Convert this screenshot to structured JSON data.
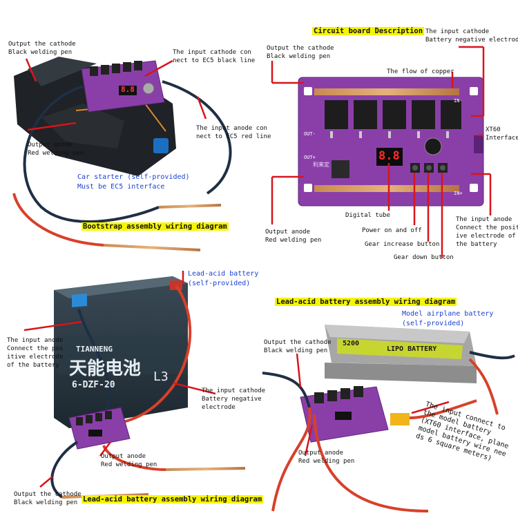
{
  "q1": {
    "cathode_out": "Output the cathode\nBlack welding pen",
    "cathode_in": "The input cathode con\nnect to EC5 black line",
    "anode_out": "Output anode\nRed welding pen",
    "anode_in": "The input anode con\nnect to EC5 red line",
    "car_starter": "Car starter (self-provided)\nMust be EC5 interface",
    "title": "Bootstrap assembly wiring diagram",
    "display": "8.8"
  },
  "q2": {
    "title": "Circuit board Description",
    "cathode_in": "The input cathode\nBattery negative electrode",
    "cathode_out": "Output the cathode\nBlack welding pen",
    "copper": "The flow of copper",
    "xt60": "XT60\nInterface",
    "digital_tube": "Digital tube",
    "power": "Power on and off",
    "gear_up": "Gear increase button",
    "gear_down": "Gear down button",
    "anode_out": "Output anode\nRed welding pen",
    "anode_in": "The input anode\nConnect the posit\nive electrode of\nthe battery",
    "display": "8.8",
    "brand": "利来定",
    "pad_out_minus": "OUT-",
    "pad_out_plus": "OUT+",
    "pad_in_minus": "IN-",
    "pad_in_plus": "IN+"
  },
  "q3": {
    "battery_label": "Lead-acid battery\n(self-provided)",
    "anode_in": "The input anode\nConnect the pos\nitive electrode\nof the battery",
    "cathode_in": "The input cathode\nBattery negative\nelectrode",
    "anode_out": "Output anode\nRed welding pen",
    "cathode_out": "Output the cathode\nBlack welding pen",
    "title": "Lead-acid battery assembly wiring diagram",
    "battery_brand": "天能电池",
    "battery_model": "6-DZF-20",
    "battery_l3": "L3",
    "battery_logo": "TIANNENG"
  },
  "q4": {
    "title": "Lead-acid battery assembly wiring diagram",
    "model_battery": "Model airplane battery\n(self-provided)",
    "cathode_out": "Output the cathode\nBlack welding pen",
    "input_connect": "The input connect to\nthe model battery\n(XT60 interface, plane\nmodel battery wire nee\nds 6 square meters)",
    "anode_out": "Output anode\nRed welding pen",
    "lipo_text": "LIPO BATTERY",
    "lipo_capacity": "5200"
  },
  "colors": {
    "board": "#8a3fa8",
    "highlight": "#f6f500",
    "blue_text": "#1a3fd1",
    "pointer_red": "#d8141c"
  }
}
